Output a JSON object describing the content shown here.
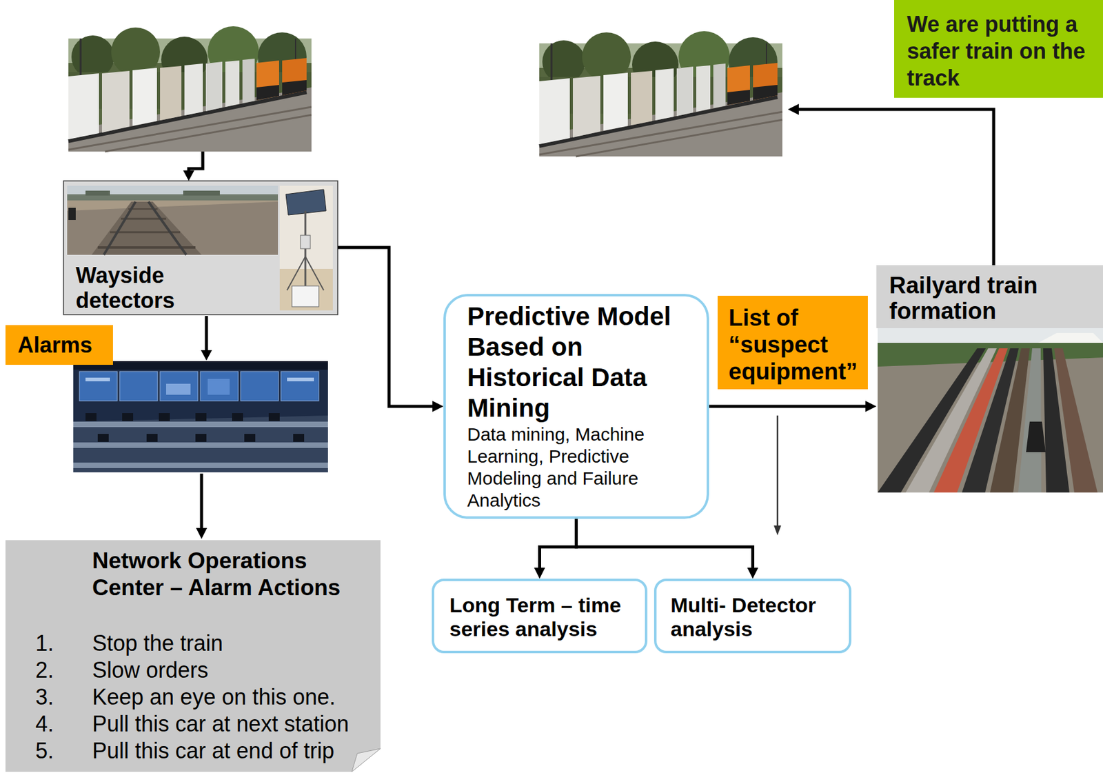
{
  "diagram": {
    "nodes": [
      {
        "text": [
          "We are putting a safer train on the track"
        ]
      },
      {
        "text": [
          "Wayside detectors"
        ]
      },
      {
        "text": [
          "Railyard train formation"
        ]
      },
      {
        "text": [
          "Predictive Model Based on Historical Data Mining",
          "Data mining, Machine Learning, Predictive Modeling and Failure Analytics"
        ]
      },
      {
        "text": [
          "List of “suspect equipment”"
        ]
      },
      {
        "text": [
          "Alarms"
        ]
      },
      {
        "text": [
          "Network Operations Center – Alarm Actions",
          "1.",
          "Stop the train",
          "2.",
          "Slow orders",
          "3.",
          "Keep an eye on this one.",
          "4.",
          "Pull this car at next station",
          "5.",
          "Pull this car at end of trip"
        ]
      },
      {
        "text": [
          "Long Term – time series analysis"
        ]
      },
      {
        "text": [
          "Multi- Detector analysis"
        ]
      }
    ],
    "edges": [
      {
        "from": 1,
        "to": 3,
        "arrow": "to"
      },
      {
        "from": 3,
        "to": 2,
        "arrow": "to"
      },
      {
        "from": 3,
        "to": 7,
        "arrow": "to"
      },
      {
        "from": 3,
        "to": 8,
        "arrow": "to"
      }
    ]
  }
}
